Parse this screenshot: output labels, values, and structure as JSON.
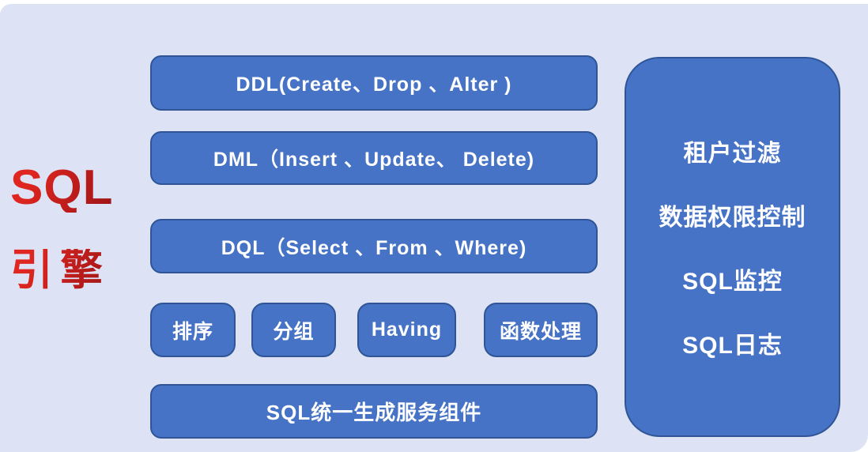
{
  "title": {
    "line1": "SQL",
    "line2": "引擎"
  },
  "colors": {
    "background": "#dde3f5",
    "box_fill": "#4673c5",
    "box_border": "#2f5597",
    "title_red_start": "#e02620",
    "title_red_end": "#8c1014",
    "box_text": "#ffffff"
  },
  "statement_boxes": [
    "DDL(Create、Drop 、Alter )",
    "DML（Insert 、Update、 Delete)",
    "DQL（Select 、From 、Where)"
  ],
  "clause_boxes": [
    "排序",
    "分组",
    "Having",
    "函数处理"
  ],
  "bottom_box": "SQL统一生成服务组件",
  "side_panel": [
    "租户过滤",
    "数据权限控制",
    "SQL监控",
    "SQL日志"
  ]
}
